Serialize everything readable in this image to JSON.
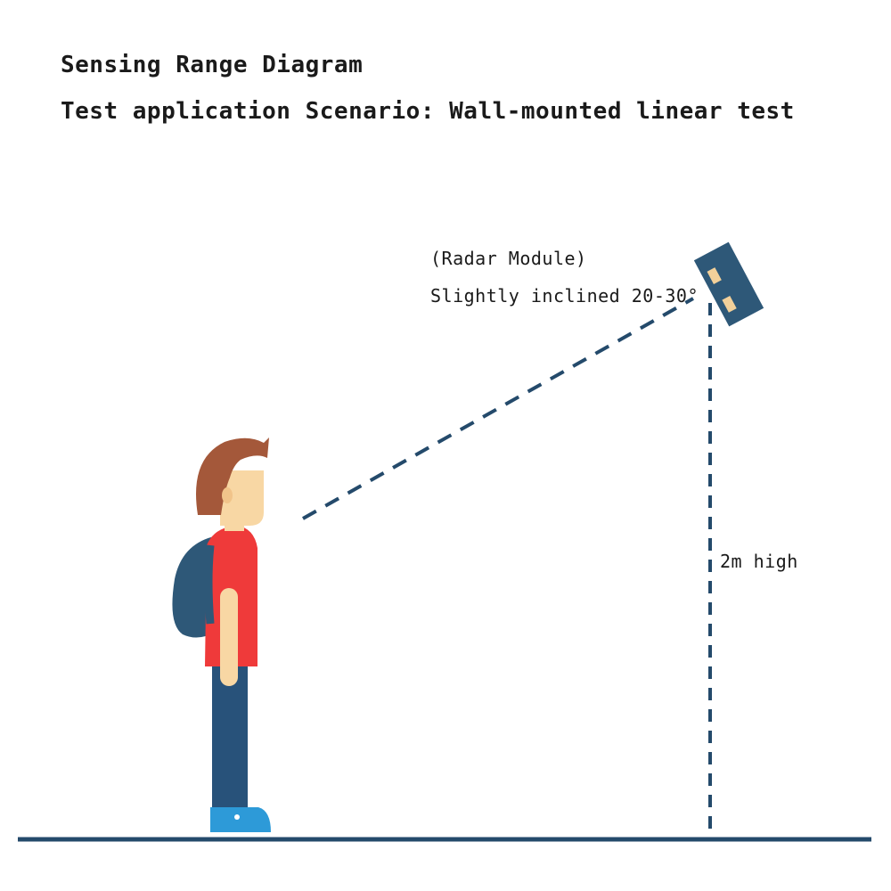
{
  "header": {
    "title": "Sensing Range Diagram",
    "subtitle": "Test application Scenario: Wall-mounted linear test"
  },
  "labels": {
    "radar_module": "(Radar Module)",
    "inclination": "Slightly inclined 20-30°",
    "height": "2m high"
  },
  "colors": {
    "floor": "#244a6b",
    "radar_body": "#2e5878",
    "radar_window": "#f2d09a",
    "dashed_line": "#244a6b",
    "hair": "#a4583a",
    "skin": "#f8d7a4",
    "shirt": "#ef3a3a",
    "pants": "#28527a",
    "backpack": "#2e5878",
    "shoe": "#2d9ad8"
  }
}
